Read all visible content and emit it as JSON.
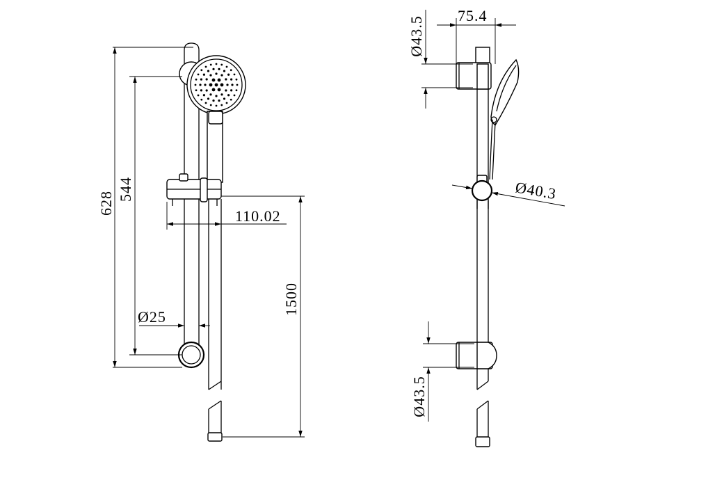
{
  "drawing": {
    "front_view": {
      "dim_total_height": "628",
      "dim_bracket_spacing": "544",
      "dim_holder_offset": "110.02",
      "dim_bar_diameter": "Ø25",
      "dim_hose_length": "1500"
    },
    "side_view": {
      "dim_projection": "75.4",
      "dim_top_bracket_diameter": "Ø43.5",
      "dim_holder_diameter": "Ø40.3",
      "dim_bottom_bracket_diameter": "Ø43.5"
    }
  }
}
